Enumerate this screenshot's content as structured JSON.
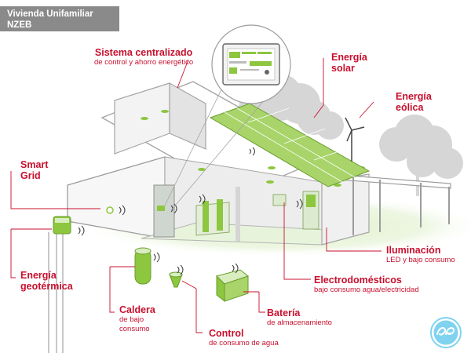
{
  "title": {
    "line1": "Vivienda Unifamiliar",
    "line2": "NZEB"
  },
  "labels": {
    "sistema": {
      "title": "Sistema centralizado",
      "subtitle": "de control y ahorro energético"
    },
    "solar": {
      "line1": "Energía",
      "line2": "solar"
    },
    "eolica": {
      "line1": "Energía",
      "line2": "eólica"
    },
    "smartgrid": {
      "line1": "Smart",
      "line2": "Grid"
    },
    "geotermica": {
      "line1": "Energía",
      "line2": "geotérmica"
    },
    "iluminacion": {
      "title": "Iluminación",
      "subtitle": "LED y bajo consumo"
    },
    "electro": {
      "title": "Electrodomésticos",
      "subtitle": "bajo consumo agua/electricidad"
    },
    "caldera": {
      "title": "Caldera",
      "sub1": "de bajo",
      "sub2": "consumo"
    },
    "bateria": {
      "title": "Batería",
      "subtitle": "de almacenamiento"
    },
    "control": {
      "title": "Control",
      "subtitle": "de consumo de agua"
    }
  },
  "colors": {
    "accent_red": "#c8102e",
    "eco_green": "#8dc63f",
    "light_green": "#d9eec0",
    "title_gray": "#8a8a8a",
    "panel_green": "#a8d46a",
    "ge_blue": "#7fd3f0"
  },
  "icons": {
    "logo": "ge-logo-icon",
    "wind": "wind-turbine-icon",
    "signal": "wireless-signal-icon"
  }
}
